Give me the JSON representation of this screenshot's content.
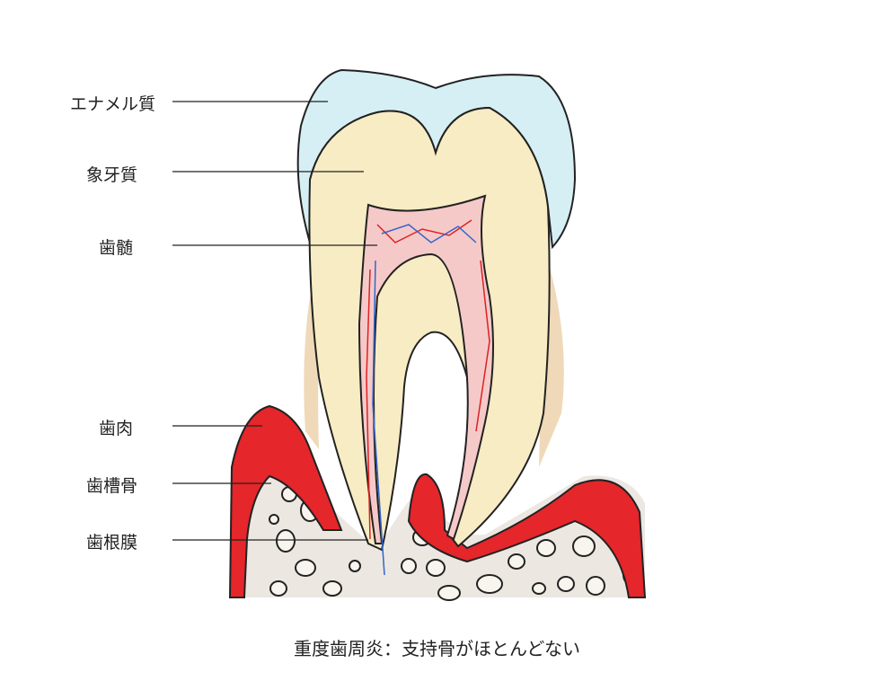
{
  "labels": {
    "enamel": "エナメル質",
    "dentin": "象牙質",
    "pulp": "歯髄",
    "gingiva": "歯肉",
    "alveolar_bone": "歯槽骨",
    "periodontal_ligament": "歯根膜"
  },
  "caption": "重度歯周炎：支持骨がほとんどない",
  "colors": {
    "enamel": "#d6eff4",
    "dentin": "#f8ecc4",
    "pulp": "#f6c9c9",
    "gum": "#e5262a",
    "bone": "#ece7e1",
    "calculus": "#d8b380"
  }
}
